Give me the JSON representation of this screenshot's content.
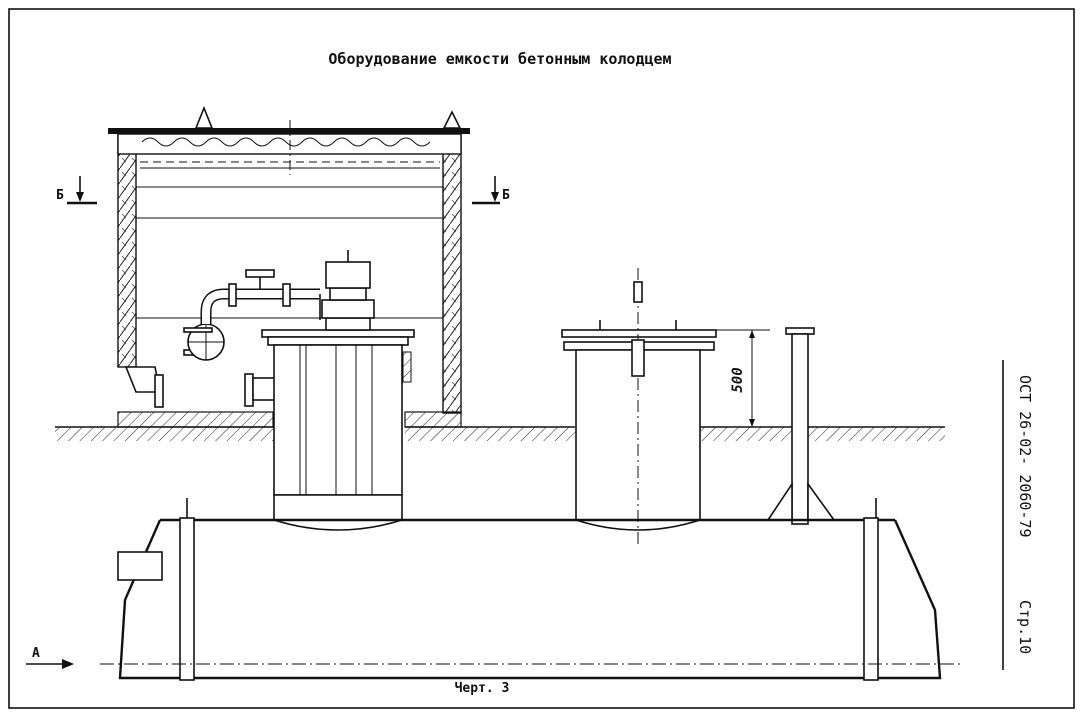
{
  "drawing": {
    "title": "Оборудование емкости бетонным колодцем",
    "caption": "Черт. 3",
    "section_mark_left": "Б",
    "section_mark_right": "Б",
    "view_mark": "А",
    "dimension_height": "500"
  },
  "stamp": {
    "standard": "ОСТ 26-02- 2060-79",
    "page": "Стр.10"
  }
}
